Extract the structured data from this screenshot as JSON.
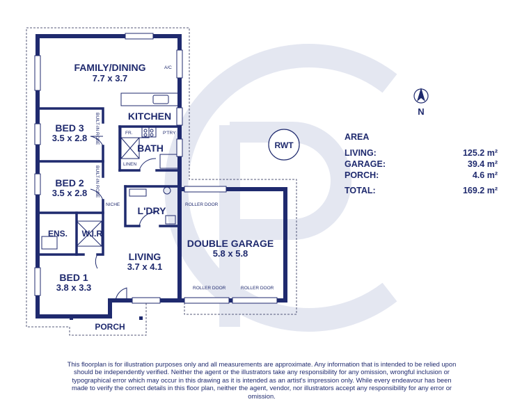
{
  "rooms": {
    "family_dining": {
      "name": "FAMILY/DINING",
      "dims": "7.7 x 3.7"
    },
    "kitchen": {
      "name": "KITCHEN"
    },
    "bed3": {
      "name": "BED 3",
      "dims": "3.5 x 2.8"
    },
    "bed2": {
      "name": "BED 2",
      "dims": "3.5 x 2.8"
    },
    "bed1": {
      "name": "BED 1",
      "dims": "3.8 x 3.3"
    },
    "bath": {
      "name": "BATH"
    },
    "laundry": {
      "name": "L'DRY"
    },
    "living": {
      "name": "LIVING",
      "dims": "3.7 x 4.1"
    },
    "garage": {
      "name": "DOUBLE GARAGE",
      "dims": "5.8 x 5.8"
    },
    "ensuite": {
      "name": "ENS."
    },
    "wir": {
      "name": "W.I.R."
    },
    "porch": {
      "name": "PORCH"
    }
  },
  "labels": {
    "ac": "A/C",
    "fridge": "FR.",
    "pantry": "P'TRY",
    "linen": "LINEN",
    "niche": "NICHE",
    "robe1": "BUILT-IN ROBE",
    "robe2": "BUILT-IN ROBE",
    "roller_top": "ROLLER DOOR",
    "roller_bl": "ROLLER DOOR",
    "roller_br": "ROLLER DOOR",
    "rwt": "RWT",
    "north": "N"
  },
  "area": {
    "title": "AREA",
    "rows": [
      {
        "label": "LIVING:",
        "value": "125.2 m²"
      },
      {
        "label": "GARAGE:",
        "value": "39.4 m²"
      },
      {
        "label": "PORCH:",
        "value": "4.6 m²"
      }
    ],
    "total": {
      "label": "TOTAL:",
      "value": "169.2 m²"
    }
  },
  "disclaimer": "This floorplan is for illustration purposes only and all measurements are approximate. Any information that is intended to be relied upon should be independently verified. Neither the agent or the illustrators take any responsibility for any omission, wrongful inclusion or typographical error which may occur in this drawing as it is intended as an artist's impression only. While every endeavour has been made to verify the correct details in this floor plan, neither the agent, vendor, nor illustrators accept any responsibility for any error or omission.",
  "colors": {
    "wall": "#1f2a6e",
    "watermark": "#e4e7f1"
  }
}
